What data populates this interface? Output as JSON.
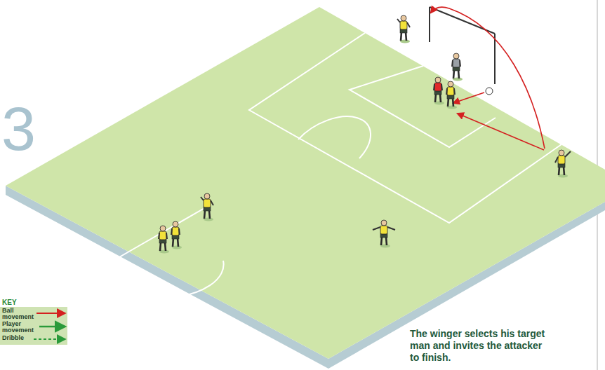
{
  "diagram": {
    "caption": "The winger selects his target man and invites the attacker to finish.",
    "labels": [
      "3",
      "KEY"
    ],
    "legend": [
      {
        "text": "Ball movement"
      },
      {
        "text": "Player movement"
      },
      {
        "text": "Dribble"
      }
    ]
  }
}
